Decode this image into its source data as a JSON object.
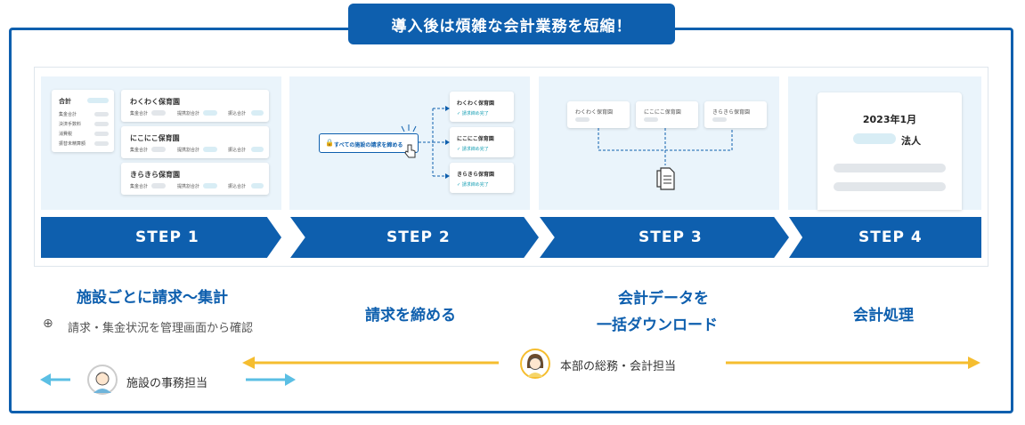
{
  "banner": {
    "title": "導入後は煩雑な会計業務を短縮！"
  },
  "step1": {
    "summary_title": "合計",
    "summary_items": [
      "集金合計",
      "決済手数料",
      "消費税",
      "振替未精算額"
    ],
    "facilities": [
      "わくわく保育園",
      "にこにこ保育園",
      "きらきら保育園"
    ],
    "columns": [
      "集金合計",
      "提携割合計",
      "振込合計"
    ]
  },
  "step2": {
    "button": "すべての施設の請求を締める",
    "facilities": [
      "わくわく保育園",
      "にこにこ保育園",
      "きらきら保育園"
    ],
    "status": "✓ 請求締め完了"
  },
  "step3": {
    "facilities": [
      "わくわく保育園",
      "にこにこ保育園",
      "きらきら保育園"
    ]
  },
  "step4": {
    "date": "2023年1月",
    "entity": "法人"
  },
  "steps": [
    {
      "label": "STEP 1"
    },
    {
      "label": "STEP 2"
    },
    {
      "label": "STEP 3"
    },
    {
      "label": "STEP 4"
    }
  ],
  "descriptions": {
    "step1": "施設ごとに請求〜集計",
    "step1_sub": "請求・集金状況を管理画面から確認",
    "step2": "請求を締める",
    "step3_line1": "会計データを",
    "step3_line2": "一括ダウンロード",
    "step4": "会計処理"
  },
  "roles": {
    "facility": "施設の事務担当",
    "hq": "本部の総務・会計担当"
  },
  "colors": {
    "primary": "#0e5fae",
    "light": "#eaf4fb",
    "yellow": "#f5bd2f",
    "cyan": "#5bbfe4"
  }
}
